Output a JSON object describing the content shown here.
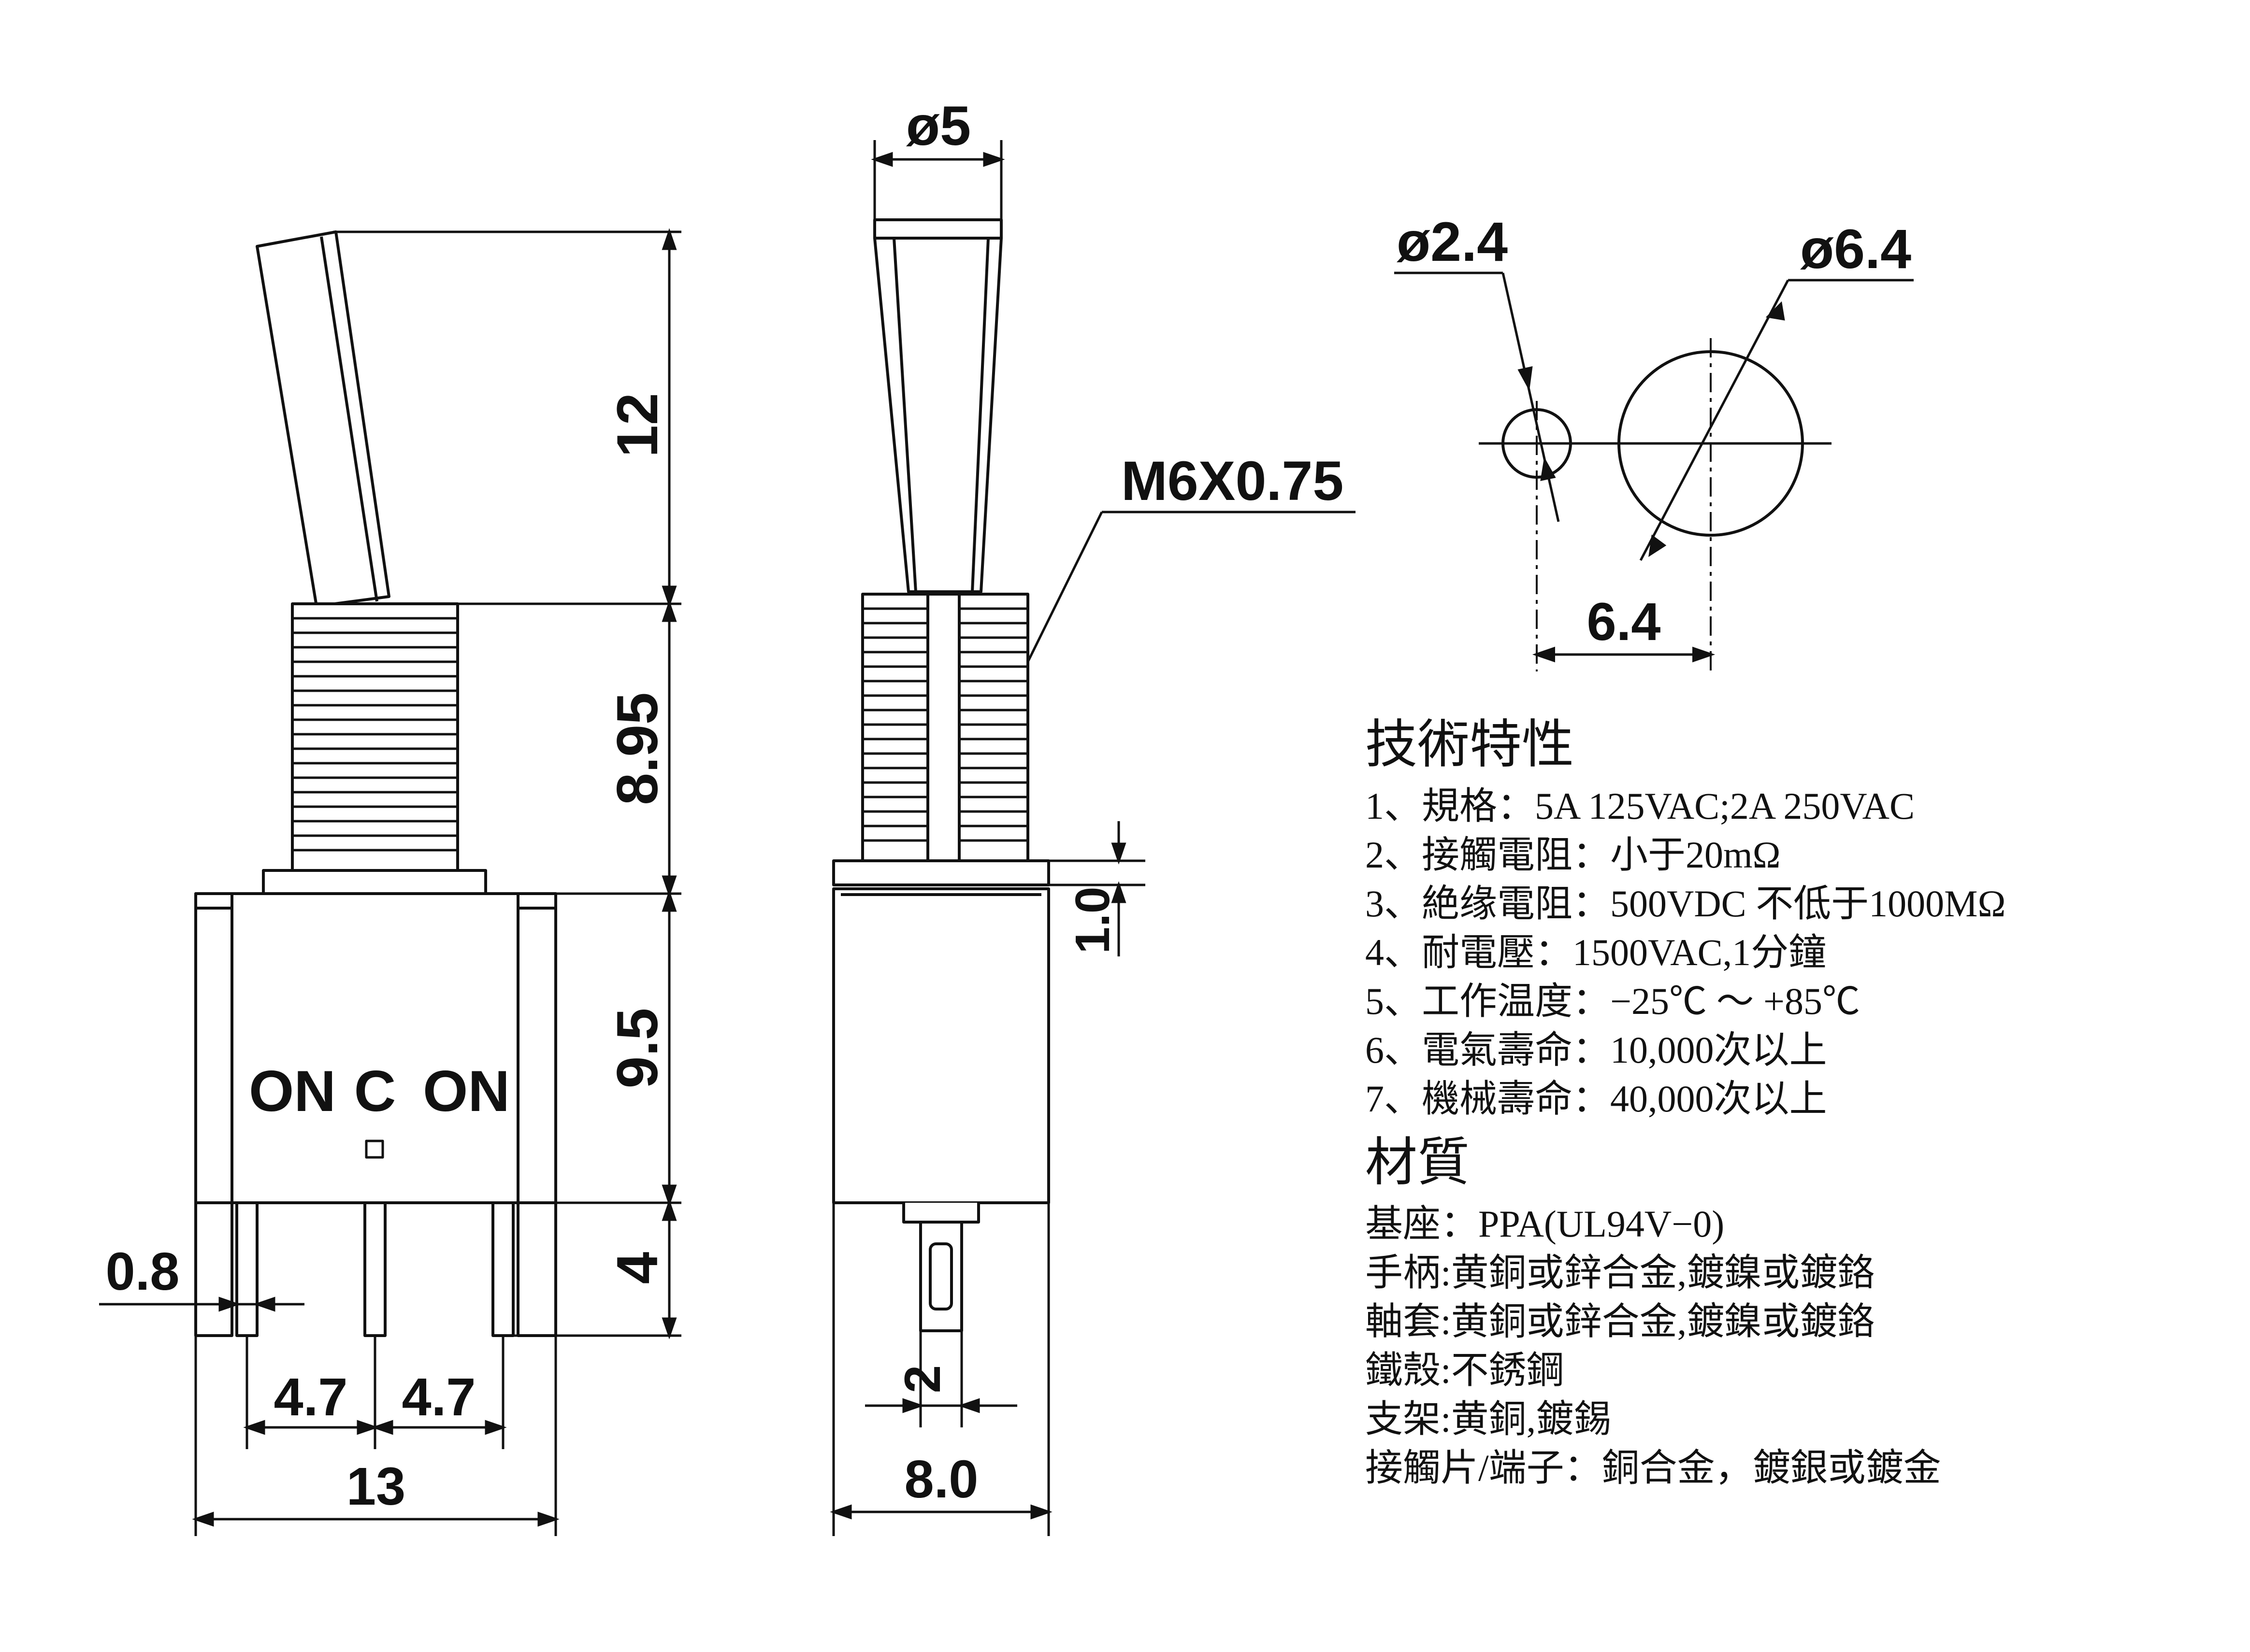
{
  "front_view": {
    "terminal_labels": [
      "ON",
      "C",
      "ON"
    ],
    "dim_lever": "12",
    "dim_bushing": "8.95",
    "dim_body": "9.5",
    "dim_terminal": "4",
    "dim_terminal_width": "0.8",
    "dim_pitch_left": "4.7",
    "dim_pitch_right": "4.7",
    "dim_width": "13"
  },
  "side_view": {
    "dim_lever_tip": "ø5",
    "thread_label": "M6X0.75",
    "dim_nut": "1.0",
    "dim_terminal": "2",
    "dim_depth": "8.0"
  },
  "panel_cutout": {
    "dim_small_hole": "ø2.4",
    "dim_large_hole": "ø6.4",
    "dim_spacing": "6.4"
  },
  "specs": {
    "title": "技術特性",
    "items": [
      "1、規格：5A 125VAC;2A 250VAC",
      "2、接觸電阻：小于20mΩ",
      "3、絶缘電阻：500VDC 不低于1000MΩ",
      "4、耐電壓：1500VAC,1分鐘",
      "5、工作温度：−25℃ ～ +85℃",
      "6、電氣壽命：10,000次以上",
      "7、機械壽命：40,000次以上"
    ]
  },
  "materials": {
    "title": "材質",
    "items": [
      "基座：PPA(UL94V−0)",
      "手柄:黄銅或鋅合金,鍍鎳或鍍鉻",
      "軸套:黄銅或鋅合金,鍍鎳或鍍鉻",
      "鐵殼:不銹鋼",
      "支架:黄銅,鍍錫",
      "接觸片/端子：銅合金，鍍銀或鍍金"
    ]
  }
}
